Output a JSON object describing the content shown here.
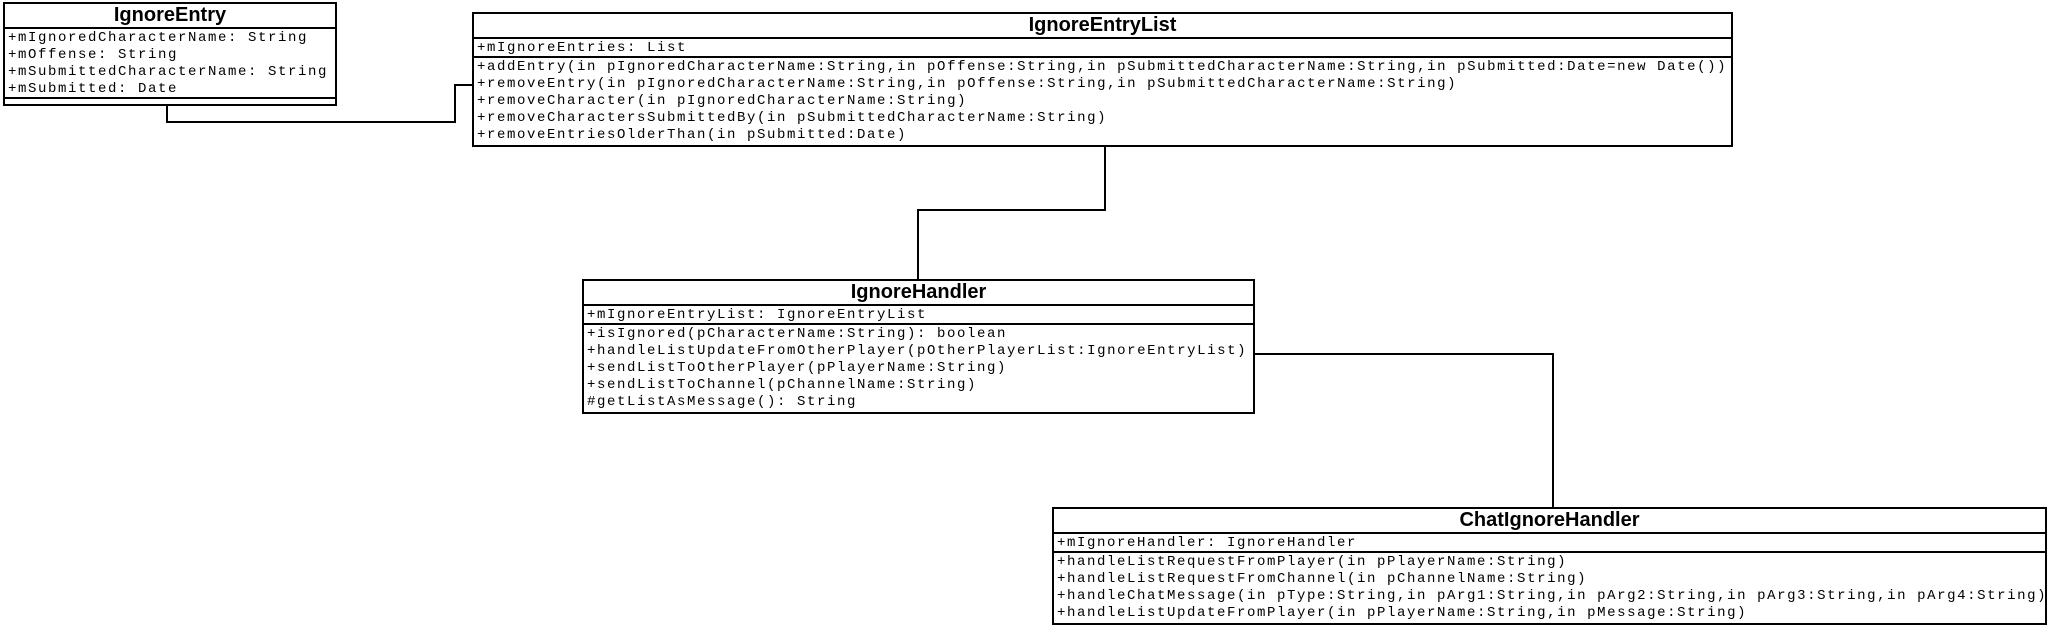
{
  "diagram": {
    "kind": "uml-class-diagram",
    "background_color": "#ffffff",
    "line_color": "#000000",
    "classes": [
      {
        "name": "IgnoreEntry",
        "attributes": [
          "+mIgnoredCharacterName: String",
          "+mOffense: String",
          "+mSubmittedCharacterName: String",
          "+mSubmitted: Date"
        ],
        "methods": []
      },
      {
        "name": "IgnoreEntryList",
        "attributes": [
          "+mIgnoreEntries: List"
        ],
        "methods": [
          "+addEntry(in pIgnoredCharacterName:String,in pOffense:String,in pSubmittedCharacterName:String,in pSubmitted:Date=new Date())",
          "+removeEntry(in pIgnoredCharacterName:String,in pOffense:String,in pSubmittedCharacterName:String)",
          "+removeCharacter(in pIgnoredCharacterName:String)",
          "+removeCharactersSubmittedBy(in pSubmittedCharacterName:String)",
          "+removeEntriesOlderThan(in pSubmitted:Date)"
        ]
      },
      {
        "name": "IgnoreHandler",
        "attributes": [
          "+mIgnoreEntryList: IgnoreEntryList"
        ],
        "methods": [
          "+isIgnored(pCharacterName:String): boolean",
          "+handleListUpdateFromOtherPlayer(pOtherPlayerList:IgnoreEntryList)",
          "+sendListToOtherPlayer(pPlayerName:String)",
          "+sendListToChannel(pChannelName:String)",
          "#getListAsMessage(): String"
        ]
      },
      {
        "name": "ChatIgnoreHandler",
        "attributes": [
          "+mIgnoreHandler: IgnoreHandler"
        ],
        "methods": [
          "+handleListRequestFromPlayer(in pPlayerName:String)",
          "+handleListRequestFromChannel(in pChannelName:String)",
          "+handleChatMessage(in pType:String,in pArg1:String,in pArg2:String,in pArg3:String,in pArg4:String)",
          "+handleListUpdateFromPlayer(in pPlayerName:String,in pMessage:String)"
        ]
      }
    ],
    "relationships": [
      {
        "from": "IgnoreEntry",
        "to": "IgnoreEntryList",
        "style": "orthogonal-line"
      },
      {
        "from": "IgnoreEntryList",
        "to": "IgnoreHandler",
        "style": "orthogonal-line"
      },
      {
        "from": "IgnoreHandler",
        "to": "ChatIgnoreHandler",
        "style": "orthogonal-line"
      }
    ]
  }
}
